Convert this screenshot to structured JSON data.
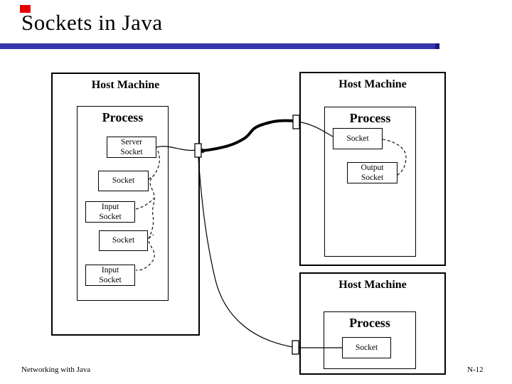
{
  "slide": {
    "title": "Sockets in Java",
    "footer_left": "Networking with Java",
    "footer_right": "N-12",
    "accent_bar_color": "#3636ac",
    "accent_bar_tip_color": "#19197e",
    "bullet_color": "#e60000"
  },
  "diagram": {
    "host_left": {
      "title": "Host Machine",
      "process_title": "Process",
      "server_socket": "Server Socket",
      "socket_1": "Socket",
      "input_socket_1": "Input Socket",
      "socket_2": "Socket",
      "input_socket_2": "Input Socket"
    },
    "host_top_right": {
      "title": "Host Machine",
      "process_title": "Process",
      "socket": "Socket",
      "output_socket": "Output Socket"
    },
    "host_bottom_right": {
      "title": "Host Machine",
      "process_title": "Process",
      "socket": "Socket"
    }
  }
}
